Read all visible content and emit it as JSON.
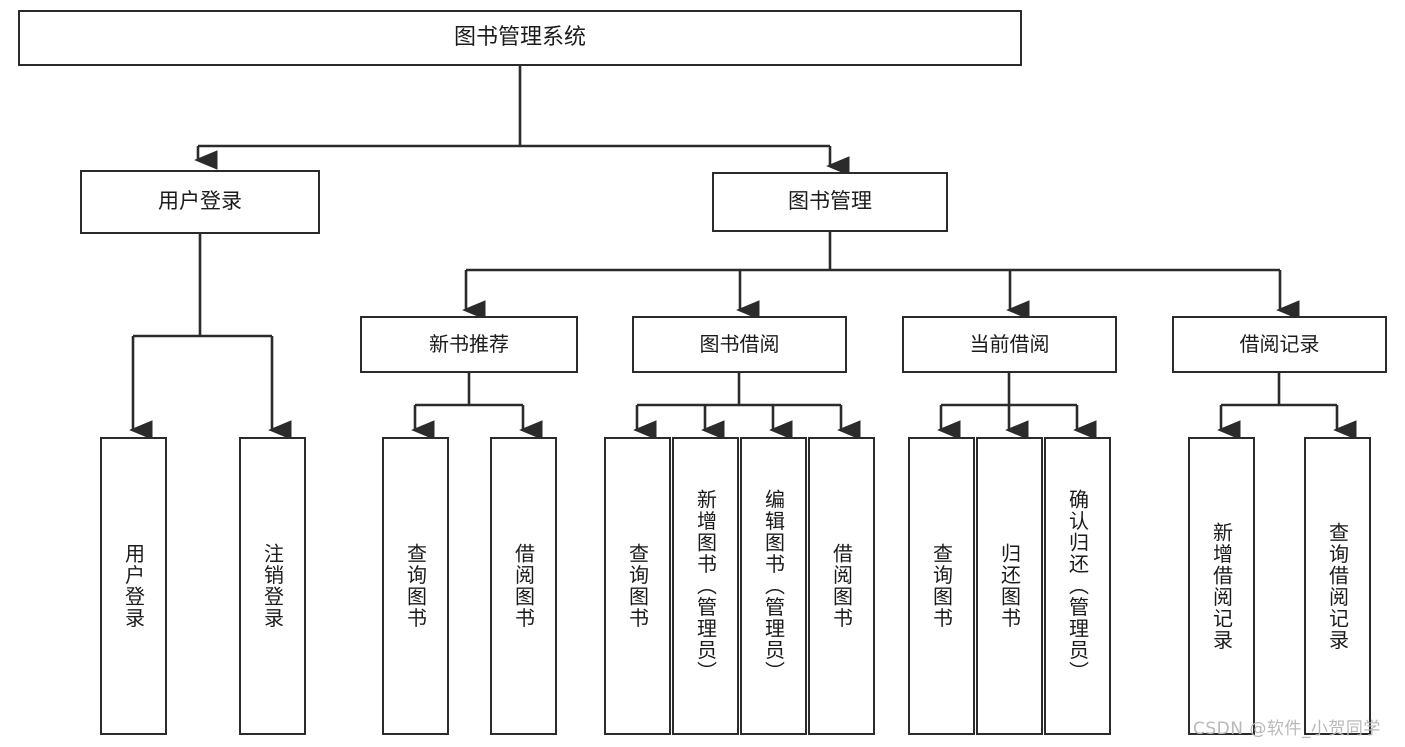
{
  "diagram": {
    "title": "图书管理系统",
    "type": "tree-hierarchy",
    "root": {
      "id": "root",
      "label": "图书管理系统"
    },
    "level2": [
      {
        "id": "user-login",
        "label": "用户登录"
      },
      {
        "id": "book-manage",
        "label": "图书管理"
      }
    ],
    "level3": [
      {
        "id": "new-book-recommend",
        "label": "新书推荐"
      },
      {
        "id": "book-borrow",
        "label": "图书借阅"
      },
      {
        "id": "current-borrow",
        "label": "当前借阅"
      },
      {
        "id": "borrow-record",
        "label": "借阅记录"
      }
    ],
    "leaves": {
      "user_login": [
        {
          "id": "leaf-user-login",
          "label": "用户登录"
        },
        {
          "id": "leaf-logout",
          "label": "注销登录"
        }
      ],
      "new_book_recommend": [
        {
          "id": "leaf-query-book-1",
          "label": "查询图书"
        },
        {
          "id": "leaf-borrow-book-1",
          "label": "借阅图书"
        }
      ],
      "book_borrow": [
        {
          "id": "leaf-query-book-2",
          "label": "查询图书"
        },
        {
          "id": "leaf-add-book",
          "label": "新增图书（管理员）"
        },
        {
          "id": "leaf-edit-book",
          "label": "编辑图书（管理员）"
        },
        {
          "id": "leaf-borrow-book-2",
          "label": "借阅图书"
        }
      ],
      "current_borrow": [
        {
          "id": "leaf-query-book-3",
          "label": "查询图书"
        },
        {
          "id": "leaf-return-book",
          "label": "归还图书"
        },
        {
          "id": "leaf-confirm-return",
          "label": "确认归还（管理员）"
        }
      ],
      "borrow_record": [
        {
          "id": "leaf-add-record",
          "label": "新增借阅记录"
        },
        {
          "id": "leaf-query-record",
          "label": "查询借阅记录"
        }
      ]
    }
  },
  "watermark": {
    "text": "CSDN @软件_小贺同学"
  },
  "colors": {
    "stroke": "#2b2b2b",
    "fill": "#ffffff",
    "text": "#1b1b1b",
    "watermark": "#b9b9b9"
  }
}
